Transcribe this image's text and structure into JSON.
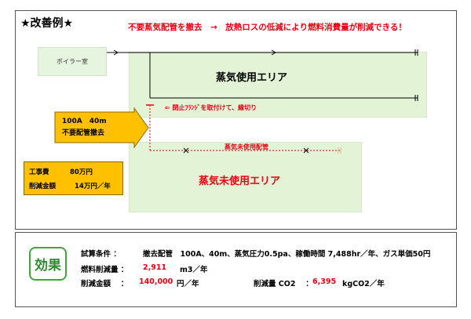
{
  "title": "★改善例★",
  "headline": "不要蒸気配管を撤去　→　放熱ロスの低減により燃料消費量が削減できる！",
  "diagram": {
    "boiler_label": "ボイラー室",
    "used_area_label": "蒸気使用エリア",
    "unused_area_label": "蒸気未使用エリア",
    "flange_note": "⇐ 閉止ﾌﾗﾝｼﾞを取付けて、縁切り",
    "unused_pipe_label": "蒸気未使用配管",
    "arrow_line1": "100A　40m",
    "arrow_line2": "不要配管撤去",
    "cost_line1_label": "工事費",
    "cost_line1_value": "80万円",
    "cost_line2_label": "削減金額",
    "cost_line2_value": "14万円／年"
  },
  "effect": {
    "badge": "効果",
    "conditions_label": "試算条件 ：",
    "conditions_text": "撤去配管　100A、40m、蒸気圧力0.5pa、稼働時間 7,488hr／年、ガス単価50円",
    "fuel_label": "燃料削減量 ：",
    "fuel_value": "2,911",
    "fuel_unit": "m3／年",
    "money_label": "削減金額　 ：",
    "money_value": "140,000",
    "money_unit": "円／年",
    "co2_label": "削減量 CO2 　：",
    "co2_value": "6,395",
    "co2_unit": "kgCO2／年"
  },
  "colors": {
    "accent_red": "#e60012",
    "area_green": "#e2f3d6",
    "arrow_orange": "#ffc000",
    "badge_green": "#3aaa35"
  }
}
